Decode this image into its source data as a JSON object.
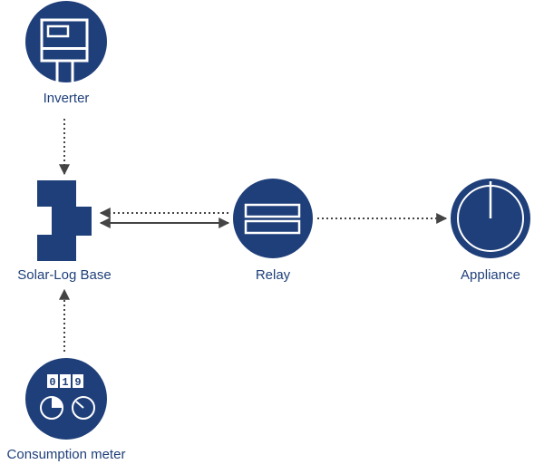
{
  "nodes": {
    "inverter": {
      "label": "Inverter"
    },
    "solar_log_base": {
      "label": "Solar-Log Base"
    },
    "relay": {
      "label": "Relay"
    },
    "appliance": {
      "label": "Appliance"
    },
    "consumption_meter": {
      "label": "Consumption meter",
      "counter_digits": [
        "0",
        "1",
        "9"
      ]
    }
  },
  "colors": {
    "node": "#1f3f7a",
    "text": "#1f3f7a",
    "connector": "#444444",
    "icon_detail": "#ffffff"
  }
}
